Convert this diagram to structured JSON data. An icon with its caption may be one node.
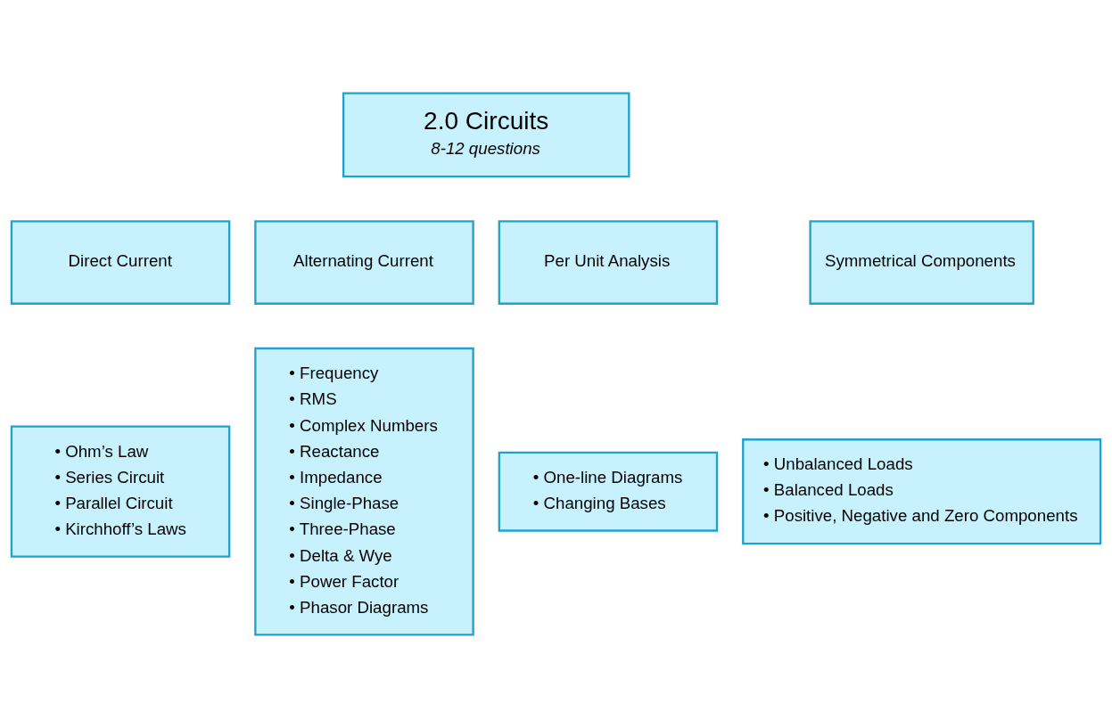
{
  "diagram": {
    "nodes": [
      {
        "text": [
          "2.0 Circuits",
          "8-12 questions"
        ]
      },
      {
        "text": [
          "Direct Current"
        ]
      },
      {
        "text": [
          "Alternating Current"
        ]
      },
      {
        "text": [
          "Per Unit Analysis"
        ]
      },
      {
        "text": [
          "Symmetrical Components"
        ]
      },
      {
        "text": [
          "• Ohm’s Law",
          "• Series Circuit",
          "• Parallel Circuit",
          "• Kirchhoff’s Laws"
        ]
      },
      {
        "text": [
          "• Frequency",
          "• RMS",
          "• Complex Numbers",
          "• Reactance",
          "• Impedance",
          "• Single-Phase",
          "• Three-Phase",
          "• Delta & Wye",
          "• Power Factor",
          "• Phasor Diagrams"
        ]
      },
      {
        "text": [
          "• One-line Diagrams",
          "• Changing Bases"
        ]
      },
      {
        "text": [
          "• Unbalanced Loads",
          "• Balanced Loads",
          "• Positive, Negative and Zero Components"
        ]
      }
    ],
    "edges": []
  }
}
